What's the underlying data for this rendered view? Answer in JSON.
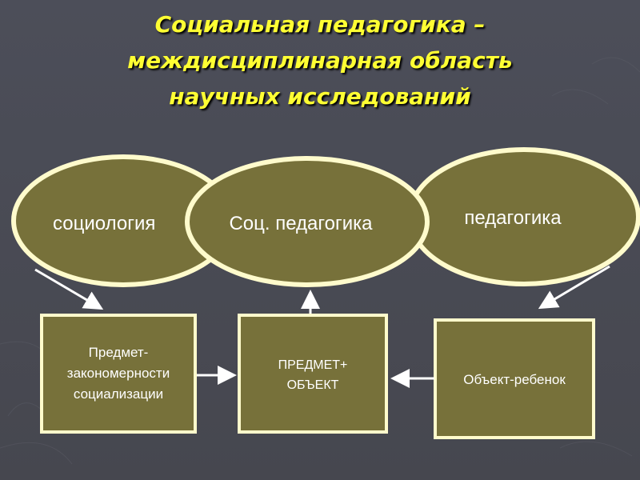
{
  "title": {
    "line1": "Социальная педагогика –",
    "line2": "междисциплинарная область",
    "line3": "научных исследований"
  },
  "ellipses": {
    "sociology": "социология",
    "social_pedagogy": "Соц. педагогика",
    "pedagogy": "педагогика"
  },
  "boxes": {
    "left": {
      "line1": "Предмет-",
      "line2": "закономерности",
      "line3": "социализации"
    },
    "middle": {
      "line1": "ПРЕДМЕТ+",
      "line2": "ОБЪЕКТ"
    },
    "right": {
      "line1": "Объект-ребенок"
    }
  },
  "colors": {
    "background": "#4a4c57",
    "title": "#ffff33",
    "shape_fill": "#77713a",
    "outline": "#fffbcc",
    "arrow": "#ffffff"
  }
}
